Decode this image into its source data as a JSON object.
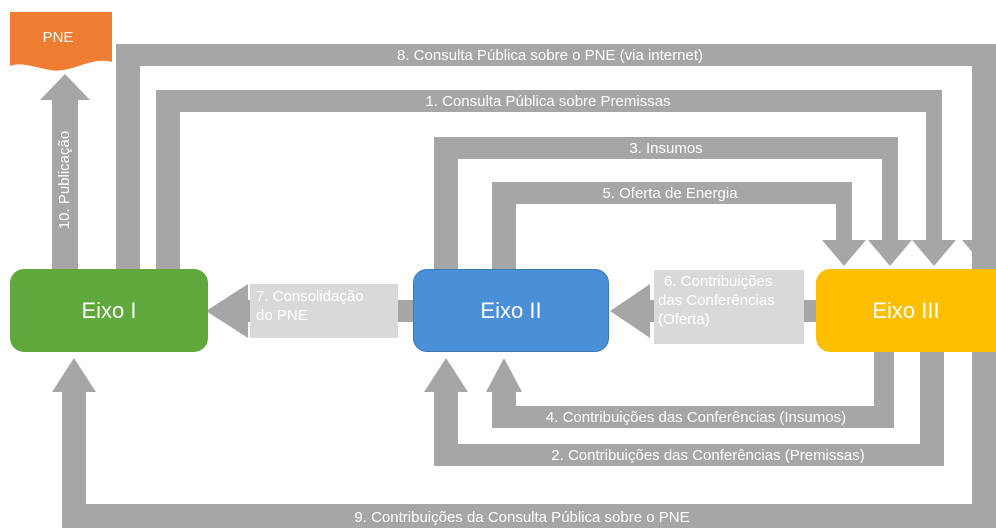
{
  "output_doc": {
    "label": "PNE"
  },
  "nodes": {
    "eixo1": {
      "label": "Eixo I",
      "color": "#5fa83b"
    },
    "eixo2": {
      "label": "Eixo II",
      "color": "#4a90d9"
    },
    "eixo3": {
      "label": "Eixo III",
      "color": "#ffbf00"
    }
  },
  "colors": {
    "arrow": "#a6a6a6",
    "plate": "#d9d9d9",
    "doc": "#ed7d31"
  },
  "flows": {
    "f1": "1. Consulta Pública sobre Premissas",
    "f2": "2. Contribuições das Conferências (Premissas)",
    "f3": "3. Insumos",
    "f4": "4. Contribuições das Conferências (Insumos)",
    "f5": "5. Oferta de Energia",
    "f6": [
      "6. Contribuições",
      "das Conferências",
      "(Oferta)"
    ],
    "f7": [
      "7. Consolidação",
      "do PNE"
    ],
    "f8": "8. Consulta Pública sobre o PNE (via internet)",
    "f9": "9. Contribuições da Consulta Pública sobre o PNE",
    "f10": "10. Publicação"
  }
}
